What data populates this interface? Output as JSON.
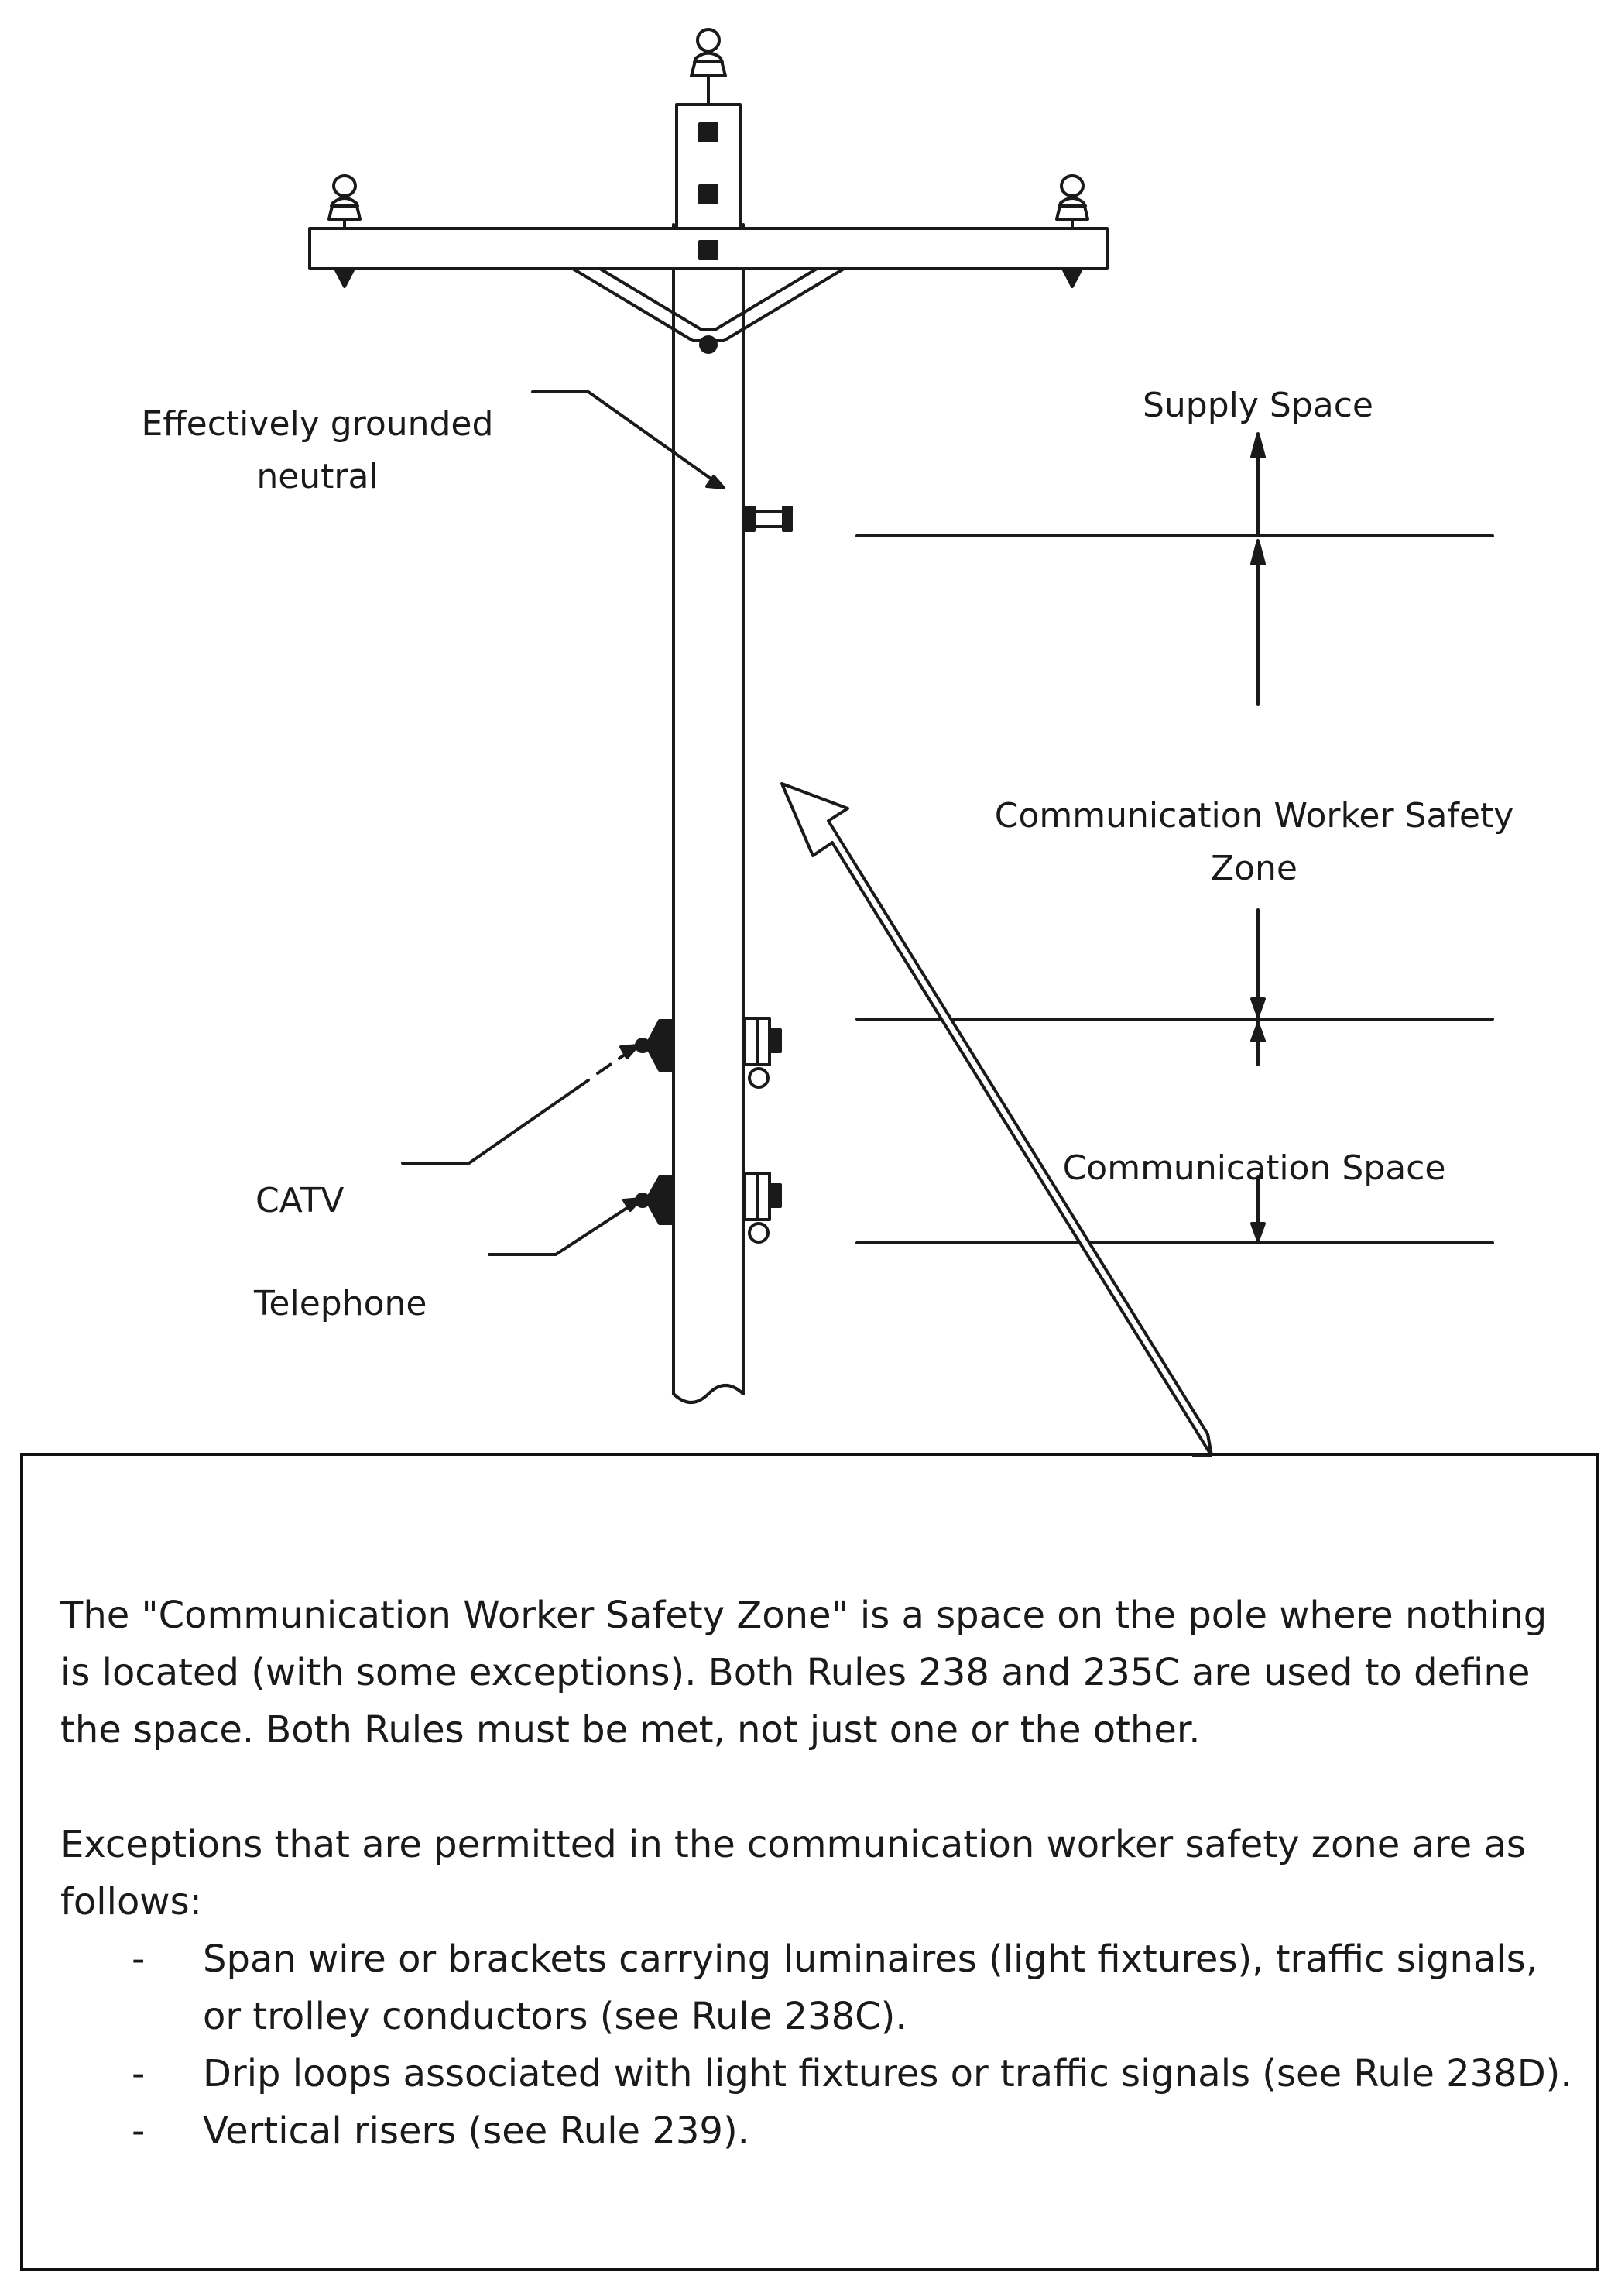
{
  "labels": {
    "grounded_neutral": [
      "Effectively grounded",
      "neutral"
    ],
    "supply_space": "Supply Space",
    "cwsz": [
      "Communication Worker Safety",
      "Zone"
    ],
    "comm_space": "Communication Space",
    "catv": "CATV",
    "telephone": "Telephone"
  },
  "info": {
    "paragraph1": "The \"Communication Worker Safety Zone\" is a space on the pole where nothing is located (with some exceptions). Both Rules 238 and 235C are used to define the space. Both Rules must be met, not just one or the other.",
    "paragraph2": "Exceptions that are permitted in the communication worker safety zone are as follows:",
    "exceptions": [
      "Span wire or brackets carrying luminaires (light fixtures), traffic signals, or trolley conductors (see Rule 238C).",
      "Drip loops associated with light fixtures or traffic signals (see Rule 238D).",
      "Vertical risers (see Rule 239)."
    ]
  }
}
